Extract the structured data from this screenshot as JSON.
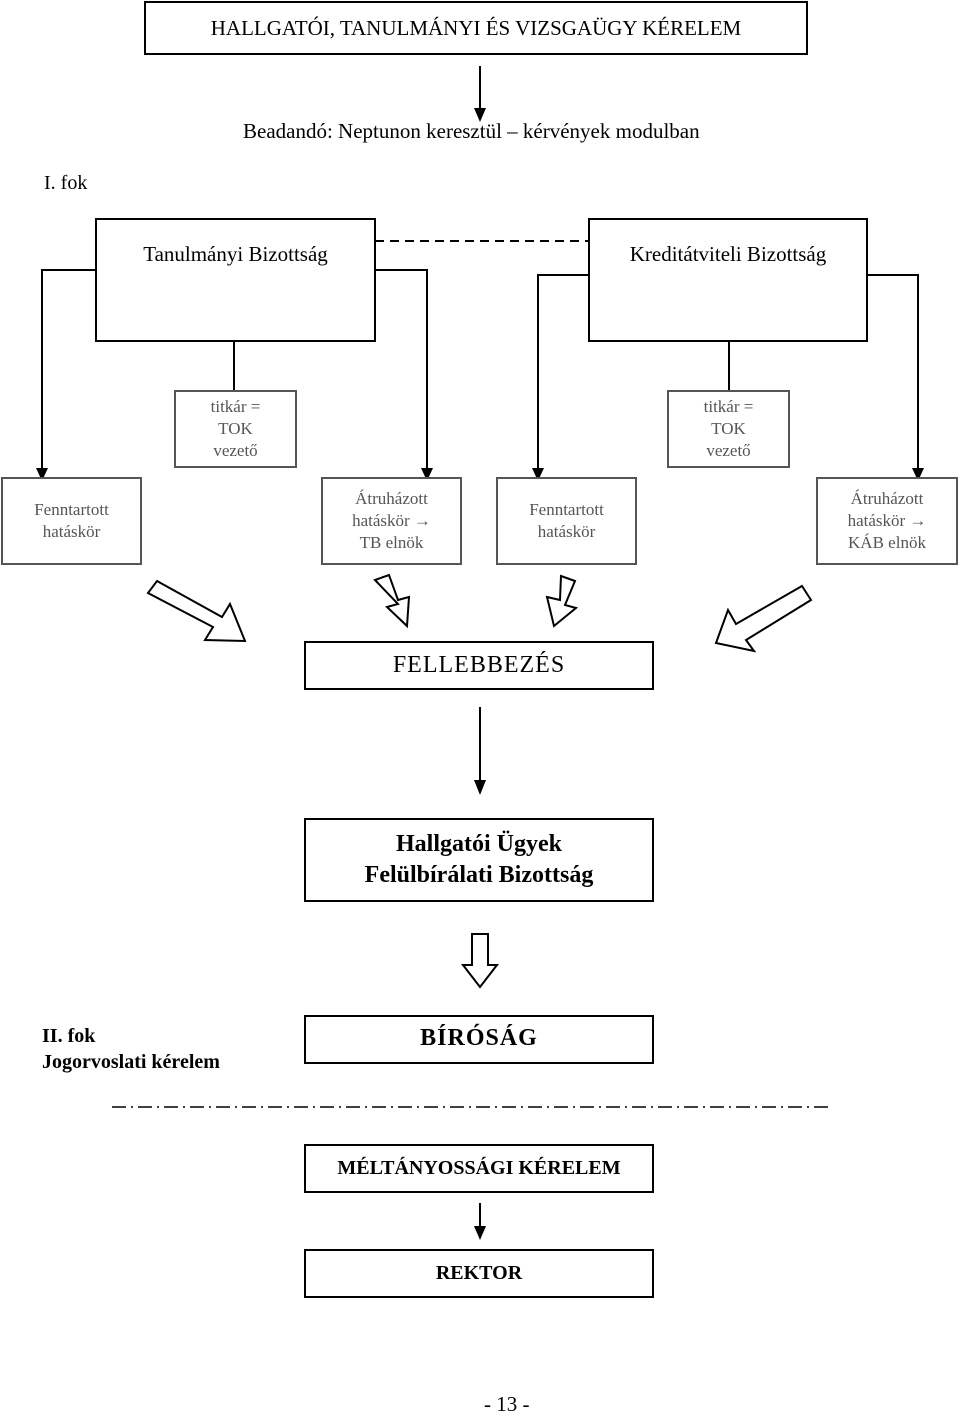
{
  "header": {
    "title": "HALLGATÓI, TANULMÁNYI ÉS VIZSGAÜGY KÉRELEM"
  },
  "submission": {
    "text": "Beadandó: Neptunon keresztül – kérvények modulban"
  },
  "level1": {
    "label": "I. fok"
  },
  "committees": {
    "left": "Tanulmányi Bizottság",
    "right": "Kreditátviteli Bizottság"
  },
  "secretary": {
    "left": {
      "line1": "titkár =",
      "line2": "TOK",
      "line3": "vezető"
    },
    "right": {
      "line1": "titkár =",
      "line2": "TOK",
      "line3": "vezető"
    }
  },
  "authority": {
    "tb_reserved": {
      "line1": "Fenntartott",
      "line2": "hatáskör"
    },
    "tb_delegated": {
      "line1": "Átruházott",
      "line2": "hatáskör →",
      "line3": "TB elnök"
    },
    "kab_reserved": {
      "line1": "Fenntartott",
      "line2": "hatáskör"
    },
    "kab_delegated": {
      "line1": "Átruházott",
      "line2": "hatáskör →",
      "line3": "KÁB elnök"
    }
  },
  "appeal": {
    "label": "FELLEBBEZÉS"
  },
  "review_board": {
    "line1": "Hallgatói Ügyek",
    "line2": "Felülbírálati Bizottság"
  },
  "level2": {
    "line1": "II. fok",
    "line2": "Jogorvoslati kérelem"
  },
  "court": {
    "label": "BÍRÓSÁG"
  },
  "equity": {
    "label": "MÉLTÁNYOSSÁGI KÉRELEM"
  },
  "rector": {
    "label": "REKTOR"
  },
  "page_number": {
    "text": "- 13 -"
  }
}
